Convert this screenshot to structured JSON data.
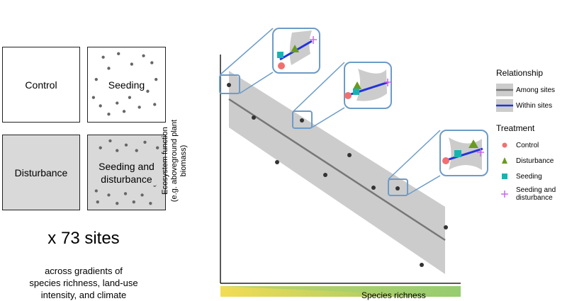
{
  "treatments_panel": {
    "control": "Control",
    "seeding": "Seeding",
    "disturbance": "Disturbance",
    "seeding_disturbance_line1": "Seeding and",
    "seeding_disturbance_line2": "disturbance"
  },
  "sites_text": "x 73 sites",
  "description": {
    "line1": "across gradients of",
    "line2": "species richness, land-use",
    "line3": "intensity, and climate"
  },
  "plot": {
    "y_label_line1": "Ecosystem function",
    "y_label_line2": "(e.g. aboveground plant biomass)",
    "x_label": "Species richness"
  },
  "legend": {
    "relationship_title": "Relationship",
    "among_sites": "Among sites",
    "within_sites": "Within sites",
    "treatment_title": "Treatment",
    "control": "Control",
    "disturbance": "Disturbance",
    "seeding": "Seeding",
    "seeding_disturbance_line1": "Seeding and",
    "seeding_disturbance_line2": "disturbance"
  },
  "colors": {
    "control": "#f07070",
    "disturbance": "#6a9a1f",
    "seeding": "#17b3b3",
    "seeding_disturbance": "#cc66ee",
    "among_line": "#777777",
    "within_line": "#2233dd",
    "zoom_box": "#6c9bc8",
    "ribbon": "#cccccc"
  },
  "icons": {
    "control": "circle",
    "disturbance": "triangle",
    "seeding": "square",
    "seeding_disturbance": "plus"
  }
}
